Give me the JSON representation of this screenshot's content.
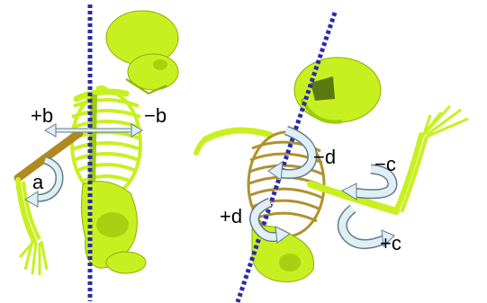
{
  "labels": {
    "plus_b": "+b",
    "minus_b": "−b",
    "a": "a",
    "minus_d": "−d",
    "minus_c": "−c",
    "plus_d": "+d",
    "plus_c": "+c"
  },
  "colors": {
    "bone": "#c8f020",
    "bone_dark": "#9ecb10",
    "bone_outline": "#8ab000",
    "humerus_highlight": "#b08a20",
    "rib_highlight": "#b0922c",
    "axis": "#2b2ba8",
    "rotation_arrow_fill": "#dfeff5",
    "rotation_arrow_stroke": "#607c88"
  }
}
